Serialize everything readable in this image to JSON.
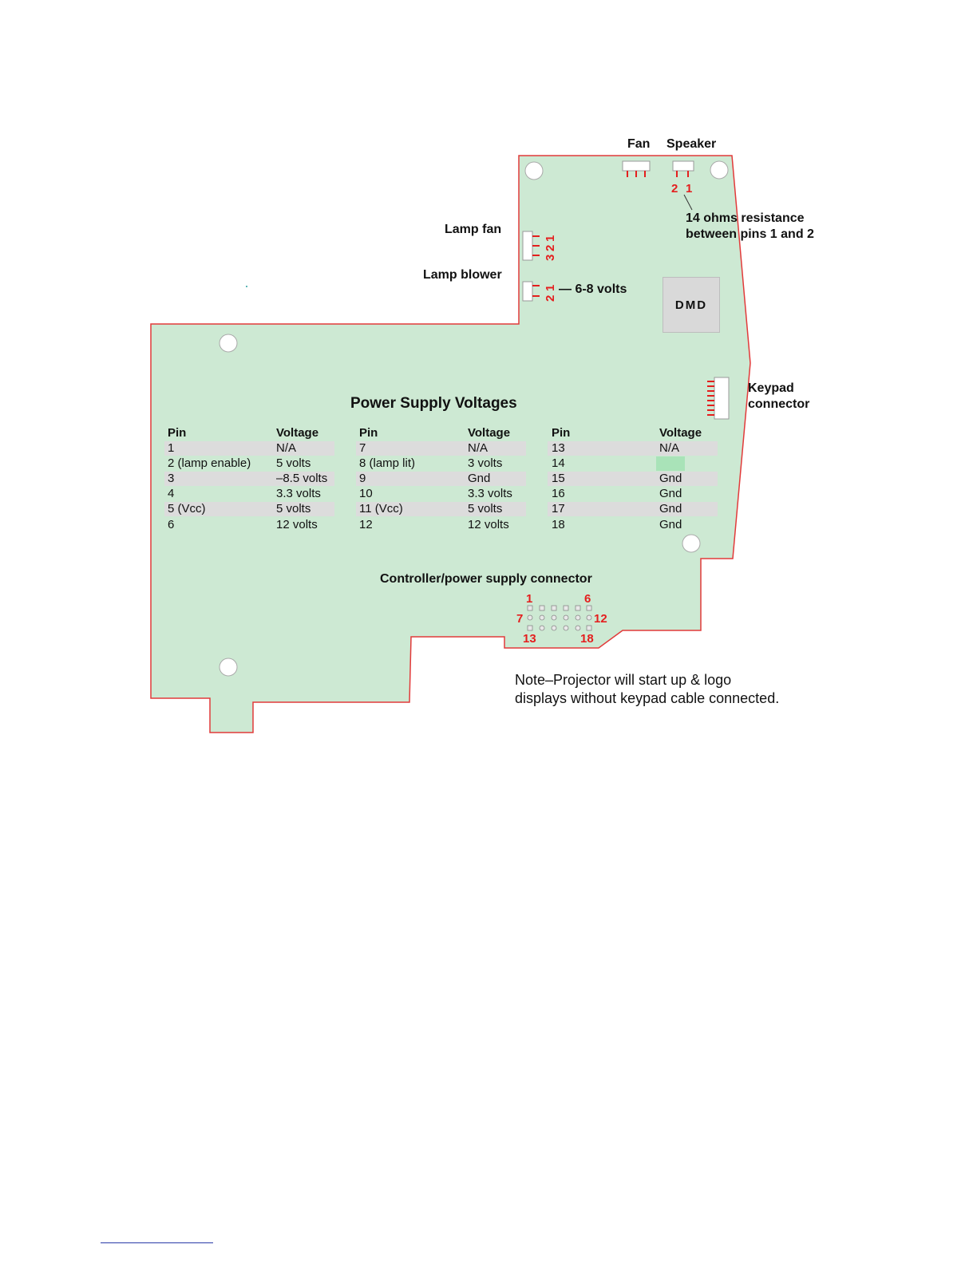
{
  "labels": {
    "fan": "Fan",
    "speaker": "Speaker",
    "lamp_fan": "Lamp fan",
    "lamp_blower": "Lamp blower",
    "resistance_line1": "14 ohms resistance",
    "resistance_line2": "between pins 1 and 2",
    "lamp_blower_voltage": "— 6-8 volts",
    "dmd": "DMD",
    "keypad_line1": "Keypad",
    "keypad_line2": "connector",
    "controller_connector": "Controller/power supply connector"
  },
  "pin_markers": {
    "speaker": [
      "2",
      "1"
    ],
    "lamp_fan": [
      "1",
      "2",
      "3"
    ],
    "lamp_blower": [
      "1",
      "2"
    ],
    "connector": {
      "top_left": "1",
      "top_right": "6",
      "mid_left": "7",
      "mid_right": "12",
      "bottom_left": "13",
      "bottom_right": "18"
    }
  },
  "table": {
    "title": "Power Supply Voltages",
    "headers": {
      "pin": "Pin",
      "voltage": "Voltage"
    },
    "columns": [
      {
        "rows": [
          {
            "pin": "1",
            "voltage": "N/A"
          },
          {
            "pin": "2 (lamp enable)",
            "voltage": "5 volts"
          },
          {
            "pin": "3",
            "voltage": "–8.5 volts"
          },
          {
            "pin": "4",
            "voltage": "3.3 volts"
          },
          {
            "pin": "5 (Vcc)",
            "voltage": "5 volts"
          },
          {
            "pin": "6",
            "voltage": "12 volts"
          }
        ]
      },
      {
        "rows": [
          {
            "pin": "7",
            "voltage": "N/A"
          },
          {
            "pin": "8 (lamp lit)",
            "voltage": "3 volts"
          },
          {
            "pin": "9",
            "voltage": "Gnd"
          },
          {
            "pin": "10",
            "voltage": "3.3 volts"
          },
          {
            "pin": "11 (Vcc)",
            "voltage": "5 volts"
          },
          {
            "pin": "12",
            "voltage": "12 volts"
          }
        ]
      },
      {
        "rows": [
          {
            "pin": "13",
            "voltage": "N/A"
          },
          {
            "pin": "14",
            "voltage": ""
          },
          {
            "pin": "15",
            "voltage": "Gnd"
          },
          {
            "pin": "16",
            "voltage": "Gnd"
          },
          {
            "pin": "17",
            "voltage": "Gnd"
          },
          {
            "pin": "18",
            "voltage": "Gnd"
          }
        ]
      }
    ]
  },
  "note": {
    "line1": "Note–Projector will start up & logo",
    "line2": "displays without keypad cable connected."
  },
  "colors": {
    "board_fill": "#cde9d3",
    "board_outline": "#e23a3a",
    "pin_red": "#e41e1e",
    "row_band": "#dcdcdc",
    "pin14_highlight": "#a9e3b8",
    "dmd_chip": "#d9d9d9"
  }
}
